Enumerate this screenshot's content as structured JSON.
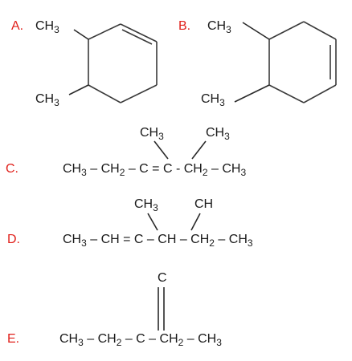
{
  "options": [
    {
      "letter": "A.",
      "structure": "ring",
      "substituents": {
        "upper": "CH3",
        "lower": "CH3"
      }
    },
    {
      "letter": "B.",
      "structure": "ring",
      "substituents": {
        "upper": "CH3",
        "lower": "CH3"
      }
    },
    {
      "letter": "C.",
      "branches": [
        "CH3",
        "CH3"
      ],
      "chain": "CH3 – CH2 – C = C - CH2 – CH3"
    },
    {
      "letter": "D.",
      "branches": [
        "CH3",
        "CH"
      ],
      "chain": "CH3 – CH = C – CH – CH2 – CH3"
    },
    {
      "letter": "E.",
      "branches": [
        "C"
      ],
      "chain": "CH3 – CH2 – C – CH2 – CH3"
    }
  ],
  "colors": {
    "label": "#e0201b",
    "text": "#1a1a1a",
    "bond": "#2a2a2a"
  }
}
